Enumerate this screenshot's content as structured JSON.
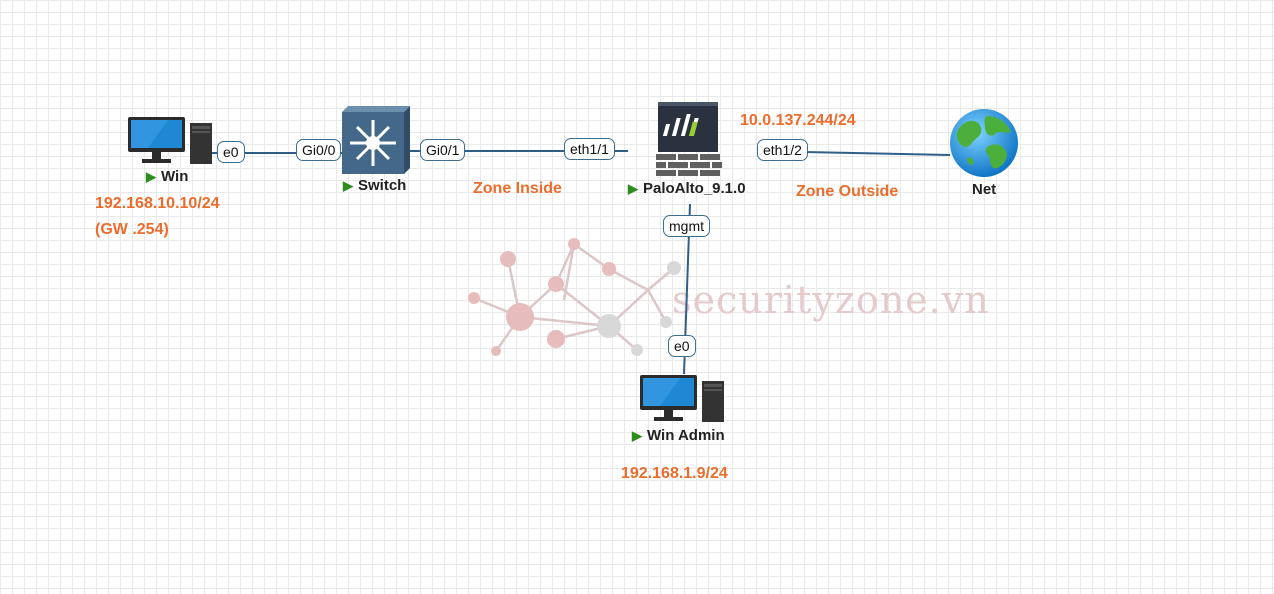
{
  "watermark": {
    "text": "securityzone.vn",
    "icon": "molecule-network-icon"
  },
  "nodes": {
    "win": {
      "label": "Win",
      "icon": "desktop-pc-icon"
    },
    "switch": {
      "label": "Switch",
      "icon": "layer3-switch-icon"
    },
    "paloalto": {
      "label": "PaloAlto_9.1.0",
      "icon": "firewall-icon"
    },
    "net": {
      "label": "Net",
      "icon": "globe-icon"
    },
    "win_admin": {
      "label": "Win Admin",
      "icon": "desktop-pc-icon"
    }
  },
  "ports": {
    "win_e0": "e0",
    "switch_gi00": "Gi0/0",
    "switch_gi01": "Gi0/1",
    "pa_eth11": "eth1/1",
    "pa_eth12": "eth1/2",
    "pa_mgmt": "mgmt",
    "admin_e0": "e0"
  },
  "notes": {
    "win_ip": "192.168.10.10/24",
    "win_gw": "(GW .254)",
    "zone_inside": "Zone Inside",
    "outside_ip": "10.0.137.244/24",
    "zone_outside": "Zone Outside",
    "admin_ip": "192.168.1.9/24"
  },
  "colors": {
    "link": "#2f5f88",
    "annotation": "#ec6c2c",
    "status_running": "#2e8b1e"
  }
}
